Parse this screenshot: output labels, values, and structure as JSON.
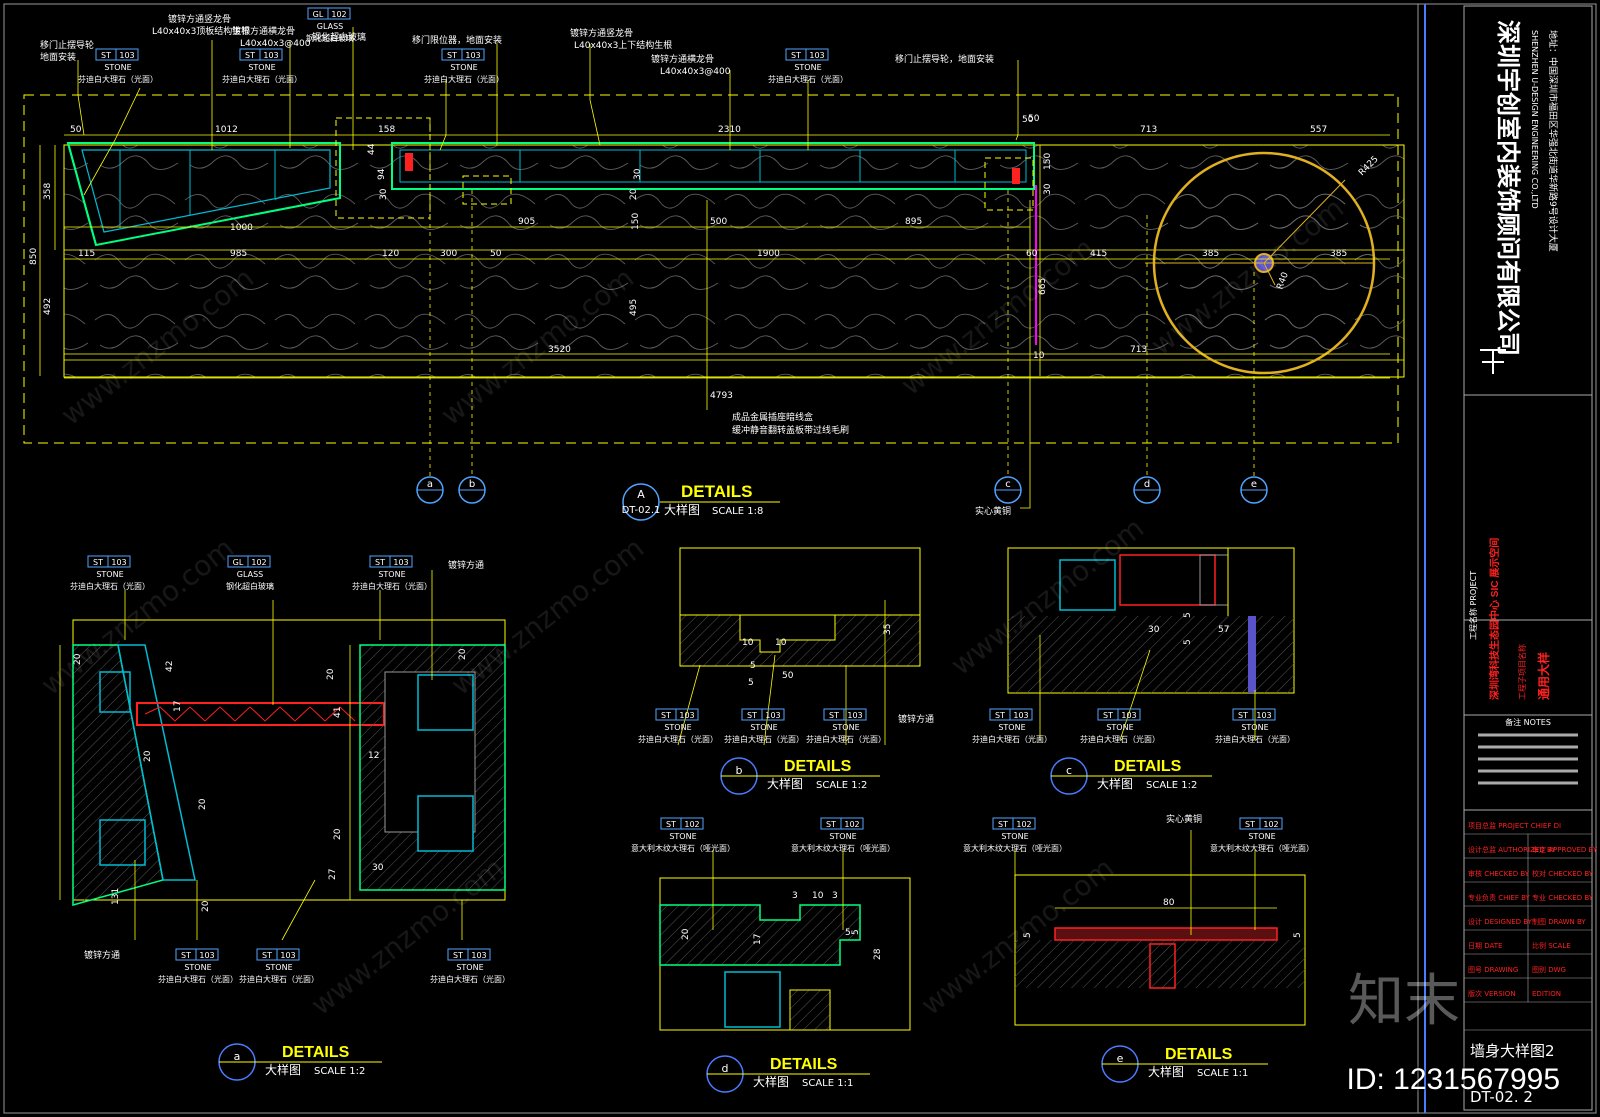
{
  "company": {
    "name": "深圳宇创室内装饰顾问有限公司",
    "name_en": "SHENZHEN U-DESIGN ENGINEERING CO.,LTD",
    "address": "地址：中国深圳市福田区华强北街道华新路9号设计大厦"
  },
  "title_block": {
    "project_label": "工程名称 PROJECT",
    "project_name": "深圳湾科技生态园中心 SIC 展示空间",
    "drawing_label": "工程子项目名称",
    "drawing_name": "通用大样",
    "notes_label": "备注 NOTES",
    "rows": [
      [
        "项目总监 PROJECT CHIEF DI",
        ""
      ],
      [
        "设计总监 AUTHORIZED BY",
        "审定 APPROVED BY"
      ],
      [
        "审核 CHECKED BY",
        "校对 CHECKED BY"
      ],
      [
        "专业负责 CHIEF BY",
        "专业 CHECKED BY"
      ],
      [
        "设计 DESIGNED BY",
        "制图 DRAWN BY"
      ],
      [
        "日期 DATE",
        "比例 SCALE"
      ],
      [
        "图号 DRAWING",
        "图别 DWG"
      ],
      [
        "版次 VERSION",
        "EDITION"
      ]
    ],
    "sheet_title": "墙身大样图2",
    "sheet_no": "DT-02. 2"
  },
  "main_view": {
    "tag": "A",
    "sheet_ref": "DT-02.1",
    "title": "DETAILS",
    "subtitle": "大样图",
    "scale": "SCALE  1:8",
    "labels": {
      "sliding_guide_left": [
        "移门止摆导轮",
        "地面安装"
      ],
      "steel_vertical": [
        "镀锌方通竖龙骨",
        "L40x40x3顶板结构生根"
      ],
      "steel_horizontal": [
        "镀锌方通横龙骨",
        "L40x40x3@400"
      ],
      "glass": [
        "钢化超白玻璃"
      ],
      "door_stop": [
        "移门限位器，地面安装"
      ],
      "steel_vertical_2": [
        "镀锌方通竖龙骨",
        "L40x40x3上下结构生根"
      ],
      "steel_horizontal_2": [
        "镀锌方通横龙骨",
        "L40x40x3@400"
      ],
      "sliding_guide_right": [
        "移门止摆导轮，地面安装"
      ],
      "socket_box": [
        "成品金属插座暗线盒",
        "缓冲静音翻转盖板带过线毛刷"
      ],
      "solid_brass": [
        "实心黄铜"
      ]
    },
    "dims_top": [
      "50",
      "1012",
      "158",
      "2310",
      "50",
      "713",
      "557"
    ],
    "dims_mid": [
      "115",
      "985",
      "120",
      "50",
      "300",
      "1900",
      "60",
      "415",
      "385",
      "385"
    ],
    "dims_low": [
      "905",
      "500",
      "895",
      "1000"
    ],
    "dims_bottom": [
      "3520",
      "713",
      "4793"
    ],
    "dims_left": [
      "358",
      "850",
      "492"
    ],
    "dims_misc": [
      "44",
      "94",
      "30",
      "150",
      "30",
      "665",
      "495",
      "150",
      "20",
      "30",
      "R425",
      "R40",
      "10",
      "50"
    ],
    "section_marks": [
      "a",
      "b",
      "c",
      "d",
      "e"
    ]
  },
  "materials": {
    "st103": {
      "code": "ST",
      "num": "103",
      "type": "STONE",
      "name": "芬迪白大理石（光面）"
    },
    "gl102": {
      "code": "GL",
      "num": "102",
      "type": "GLASS",
      "name": "钢化超白玻璃"
    },
    "st102": {
      "code": "ST",
      "num": "102",
      "type": "STONE",
      "name": "意大利木纹大理石（哑光面）"
    },
    "steel_tube": "镀锌方通",
    "brass": "实心黄铜"
  },
  "details": [
    {
      "tag": "a",
      "title": "DETAILS",
      "subtitle": "大样图",
      "scale": "SCALE  1:2",
      "dims": [
        "20",
        "42",
        "17",
        "20",
        "20",
        "131",
        "20",
        "41",
        "12",
        "20",
        "20",
        "27",
        "30",
        "20"
      ]
    },
    {
      "tag": "b",
      "title": "DETAILS",
      "subtitle": "大样图",
      "scale": "SCALE  1:2",
      "dims": [
        "10",
        "10",
        "5",
        "50",
        "35",
        "5"
      ]
    },
    {
      "tag": "c",
      "title": "DETAILS",
      "subtitle": "大样图",
      "scale": "SCALE  1:2",
      "dims": [
        "30",
        "57",
        "5",
        "5"
      ]
    },
    {
      "tag": "d",
      "title": "DETAILS",
      "subtitle": "大样图",
      "scale": "SCALE  1:1",
      "dims": [
        "3",
        "10",
        "3",
        "5",
        "20",
        "17",
        "5",
        "28"
      ]
    },
    {
      "tag": "e",
      "title": "DETAILS",
      "subtitle": "大样图",
      "scale": "SCALE  1:1",
      "dims": [
        "80",
        "5",
        "5"
      ]
    }
  ],
  "watermark": {
    "text": "www.znzmo.com",
    "brand": "知末",
    "id": "ID: 1231567995"
  },
  "colors": {
    "background": "#000000",
    "text": "#ffffff",
    "yellow": "#ffff00",
    "green": "#00ff7f",
    "cyan": "#00bcd4",
    "red": "#ff2020",
    "magenta": "#ff00ff",
    "gold": "#e0b020",
    "blue_label": "#4fa3ff",
    "frame": "#aaaaaa"
  }
}
